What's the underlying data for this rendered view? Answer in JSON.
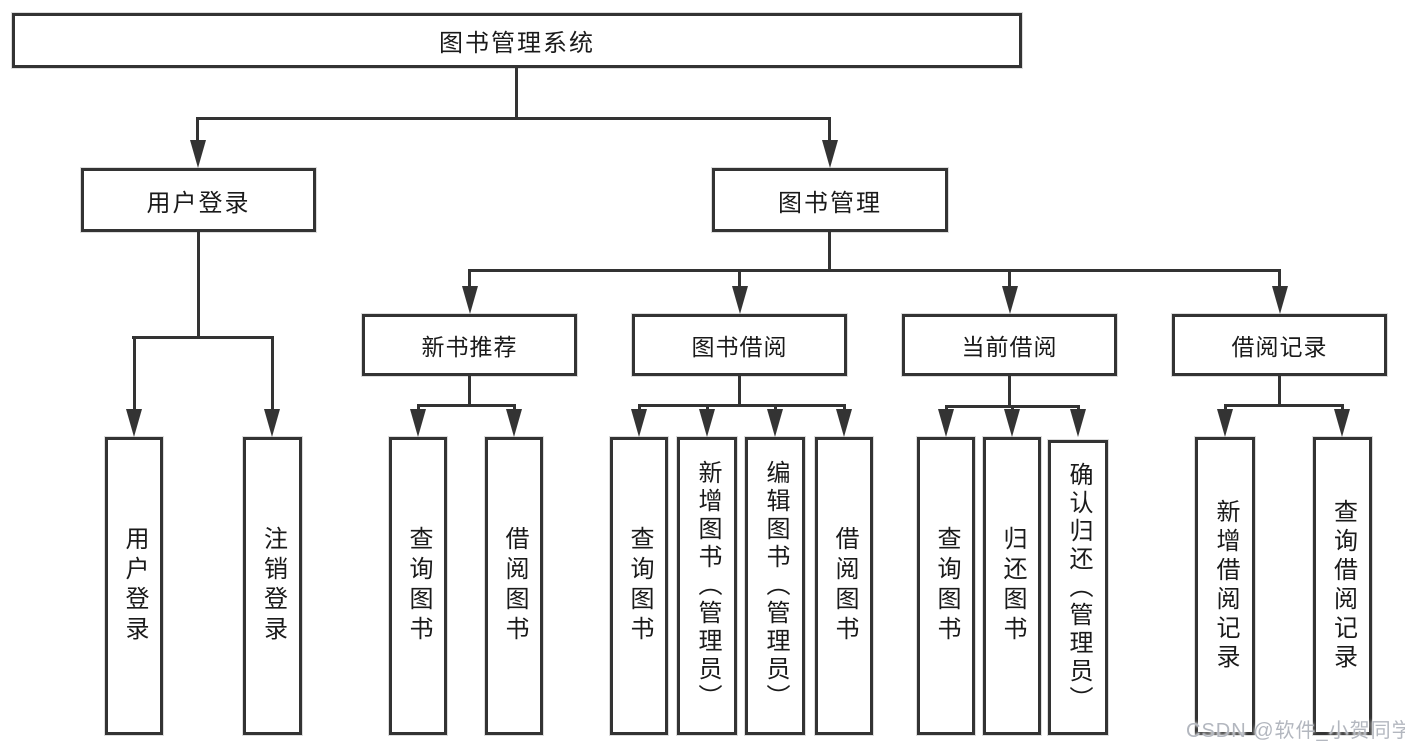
{
  "diagram": {
    "title_node": {
      "label": "图书管理系统"
    },
    "level2": [
      {
        "label": "用户登录"
      },
      {
        "label": "图书管理"
      }
    ],
    "level3": [
      {
        "label": "新书推荐"
      },
      {
        "label": "图书借阅"
      },
      {
        "label": "当前借阅"
      },
      {
        "label": "借阅记录"
      }
    ],
    "leaves": {
      "user_login": [
        "用户登录",
        "注销登录"
      ],
      "new_book": [
        "查询图书",
        "借阅图书"
      ],
      "book_borrow": [
        "查询图书",
        "新增图书（管理员）",
        "编辑图书（管理员）",
        "借阅图书"
      ],
      "current_borrow": [
        "查询图书",
        "归还图书",
        "确认归还（管理员）"
      ],
      "borrow_record": [
        "新增借阅记录",
        "查询借阅记录"
      ]
    },
    "colors": {
      "line": "#333333",
      "box_border": "#333333",
      "box_fill": "#ffffff",
      "text": "#1a1a1a",
      "watermark": "#b3b7bf",
      "background": "#ffffff"
    }
  },
  "watermark": {
    "text": "CSDN @软件_小贺同学"
  }
}
